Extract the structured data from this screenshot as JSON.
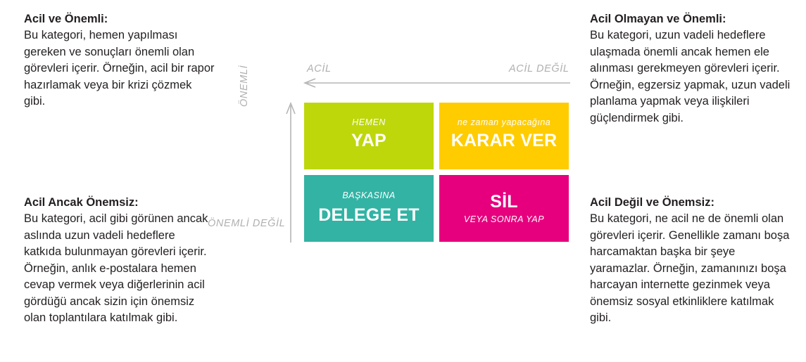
{
  "descriptions": {
    "top_left": {
      "title": "Acil ve Önemli:",
      "body": "Bu kategori, hemen yapılması gereken ve sonuçları önemli olan görevleri içerir. Örneğin, acil bir rapor hazırlamak veya bir krizi çözmek gibi."
    },
    "bottom_left": {
      "title": "Acil Ancak Önemsiz:",
      "body": "Bu kategori, acil gibi görünen ancak aslında uzun vadeli hedeflere katkıda bulunmayan görevleri içerir. Örneğin, anlık e-postalara hemen cevap vermek veya diğerlerinin acil gördüğü ancak sizin için önemsiz olan toplantılara katılmak gibi."
    },
    "top_right": {
      "title": "Acil Olmayan ve Önemli:",
      "body": "Bu kategori, uzun vadeli hedeflere ulaşmada önemli ancak hemen ele alınması gerekmeyen görevleri içerir. Örneğin, egzersiz yapmak, uzun vadeli planlama yapmak veya ilişkileri güçlendirmek gibi."
    },
    "bottom_right": {
      "title": "Acil Değil ve Önemsiz:",
      "body": "Bu kategori, ne acil ne de önemli olan görevleri içerir. Genellikle zamanı boşa harcamaktan başka bir şeye yaramazlar. Örneğin, zamanınızı boşa harcayan internette gezinmek veya önemsiz sosyal etkinliklere katılmak gibi."
    }
  },
  "axes": {
    "urgent": "ACİL",
    "not_urgent": "ACİL DEĞİL",
    "important": "ÖNEMLİ",
    "not_important": "ÖNEMLİ DEĞİL",
    "horizontal_arrow_direction": "left",
    "vertical_arrow_direction": "up",
    "axis_color": "#b5b5b5"
  },
  "quadrants": [
    {
      "id": "do",
      "small_label": "HEMEN",
      "big_label": "YAP",
      "color": "#bed70b",
      "position": "top-left"
    },
    {
      "id": "decide",
      "small_label": "ne zaman yapacağına",
      "big_label": "KARAR VER",
      "color": "#ffcc00",
      "position": "top-right"
    },
    {
      "id": "delegate",
      "small_label": "BAŞKASINA",
      "big_label": "DELEGE ET",
      "color": "#32b3a4",
      "position": "bottom-left"
    },
    {
      "id": "delete",
      "small_label": "VEYA SONRA YAP",
      "big_label": "SİL",
      "color": "#e6007e",
      "position": "bottom-right"
    }
  ]
}
